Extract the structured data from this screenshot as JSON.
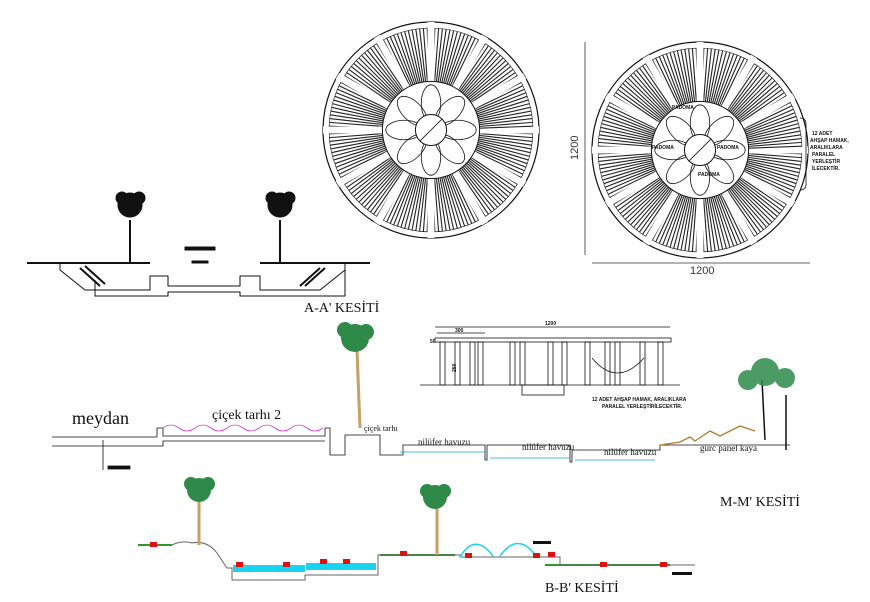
{
  "sections": {
    "aa_title": "A-A' KESİTİ",
    "mm_title": "M-M' KESİTİ",
    "bb_title": "B-B' KESİTİ"
  },
  "plan": {
    "dim_width": "1200",
    "dim_height": "1200",
    "padoma_label": "PADOMA",
    "note_hammock": [
      "12 ADET",
      "AHŞAP HAMAK,",
      "ARALIKLARA",
      "PARALEL",
      "YERLEŞTİR",
      "İLECEKTİR."
    ],
    "spoke_count": 12
  },
  "pergola": {
    "dim_total": "1200",
    "dim_module": "300",
    "dim_beam": "50",
    "dim_height": "250",
    "note": "12 ADET AHŞAP HAMAK, ARALIKLARA",
    "note2": "PARALEL YERLEŞTİRİLECEKTİR."
  },
  "mm_section": {
    "meydan": "meydan",
    "flowerbed2": "çiçek tarhı 2",
    "flowerbed": "çiçek tarhı",
    "pool": "nilüfer havuzu",
    "rock": "gürc panel kaya"
  },
  "colors": {
    "line": "#111111",
    "water": "#19d3f0",
    "grass": "#2e9a2e",
    "marker": "#e01010",
    "flowers": "#d42fd4",
    "rock": "#b07a30",
    "foliage": "#2f8a4a"
  }
}
